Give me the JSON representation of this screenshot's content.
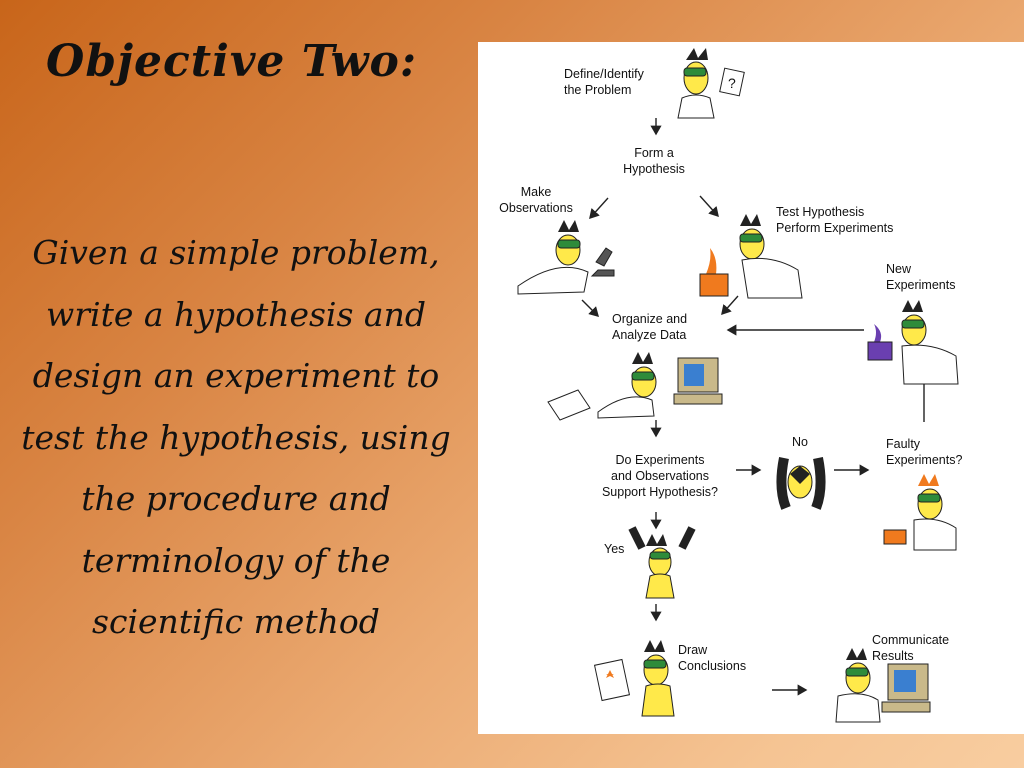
{
  "slide": {
    "title": "Objective Two:",
    "body_lines": [
      "Given a simple problem,",
      "write a hypothesis and",
      "design an experiment to",
      "test the hypothesis, using",
      "the procedure and",
      "terminology of the",
      "scientific method"
    ]
  },
  "diagram": {
    "define": [
      "Define/Identify",
      "the Problem"
    ],
    "hypothesis": [
      "Form a",
      "Hypothesis"
    ],
    "observations": [
      "Make",
      "Observations"
    ],
    "test": [
      "Test Hypothesis",
      "Perform Experiments"
    ],
    "organize": [
      "Organize and",
      "Analyze Data"
    ],
    "new_experiments": [
      "New",
      "Experiments"
    ],
    "support": [
      "Do Experiments",
      "and Observations",
      "Support Hypothesis?"
    ],
    "no": "No",
    "faulty": [
      "Faulty",
      "Experiments?"
    ],
    "yes": "Yes",
    "conclusions": [
      "Draw",
      "Conclusions"
    ],
    "communicate": [
      "Communicate",
      "Results"
    ],
    "question_mark": "?"
  },
  "colors": {
    "background_start": "#c8651a",
    "background_end": "#f8cda0",
    "goggles": "#2e8b3a",
    "skin": "#ffe94a",
    "fire": "#f07a1e",
    "beaker": "#6a3fb0",
    "monitor": "#3a7fd0"
  }
}
